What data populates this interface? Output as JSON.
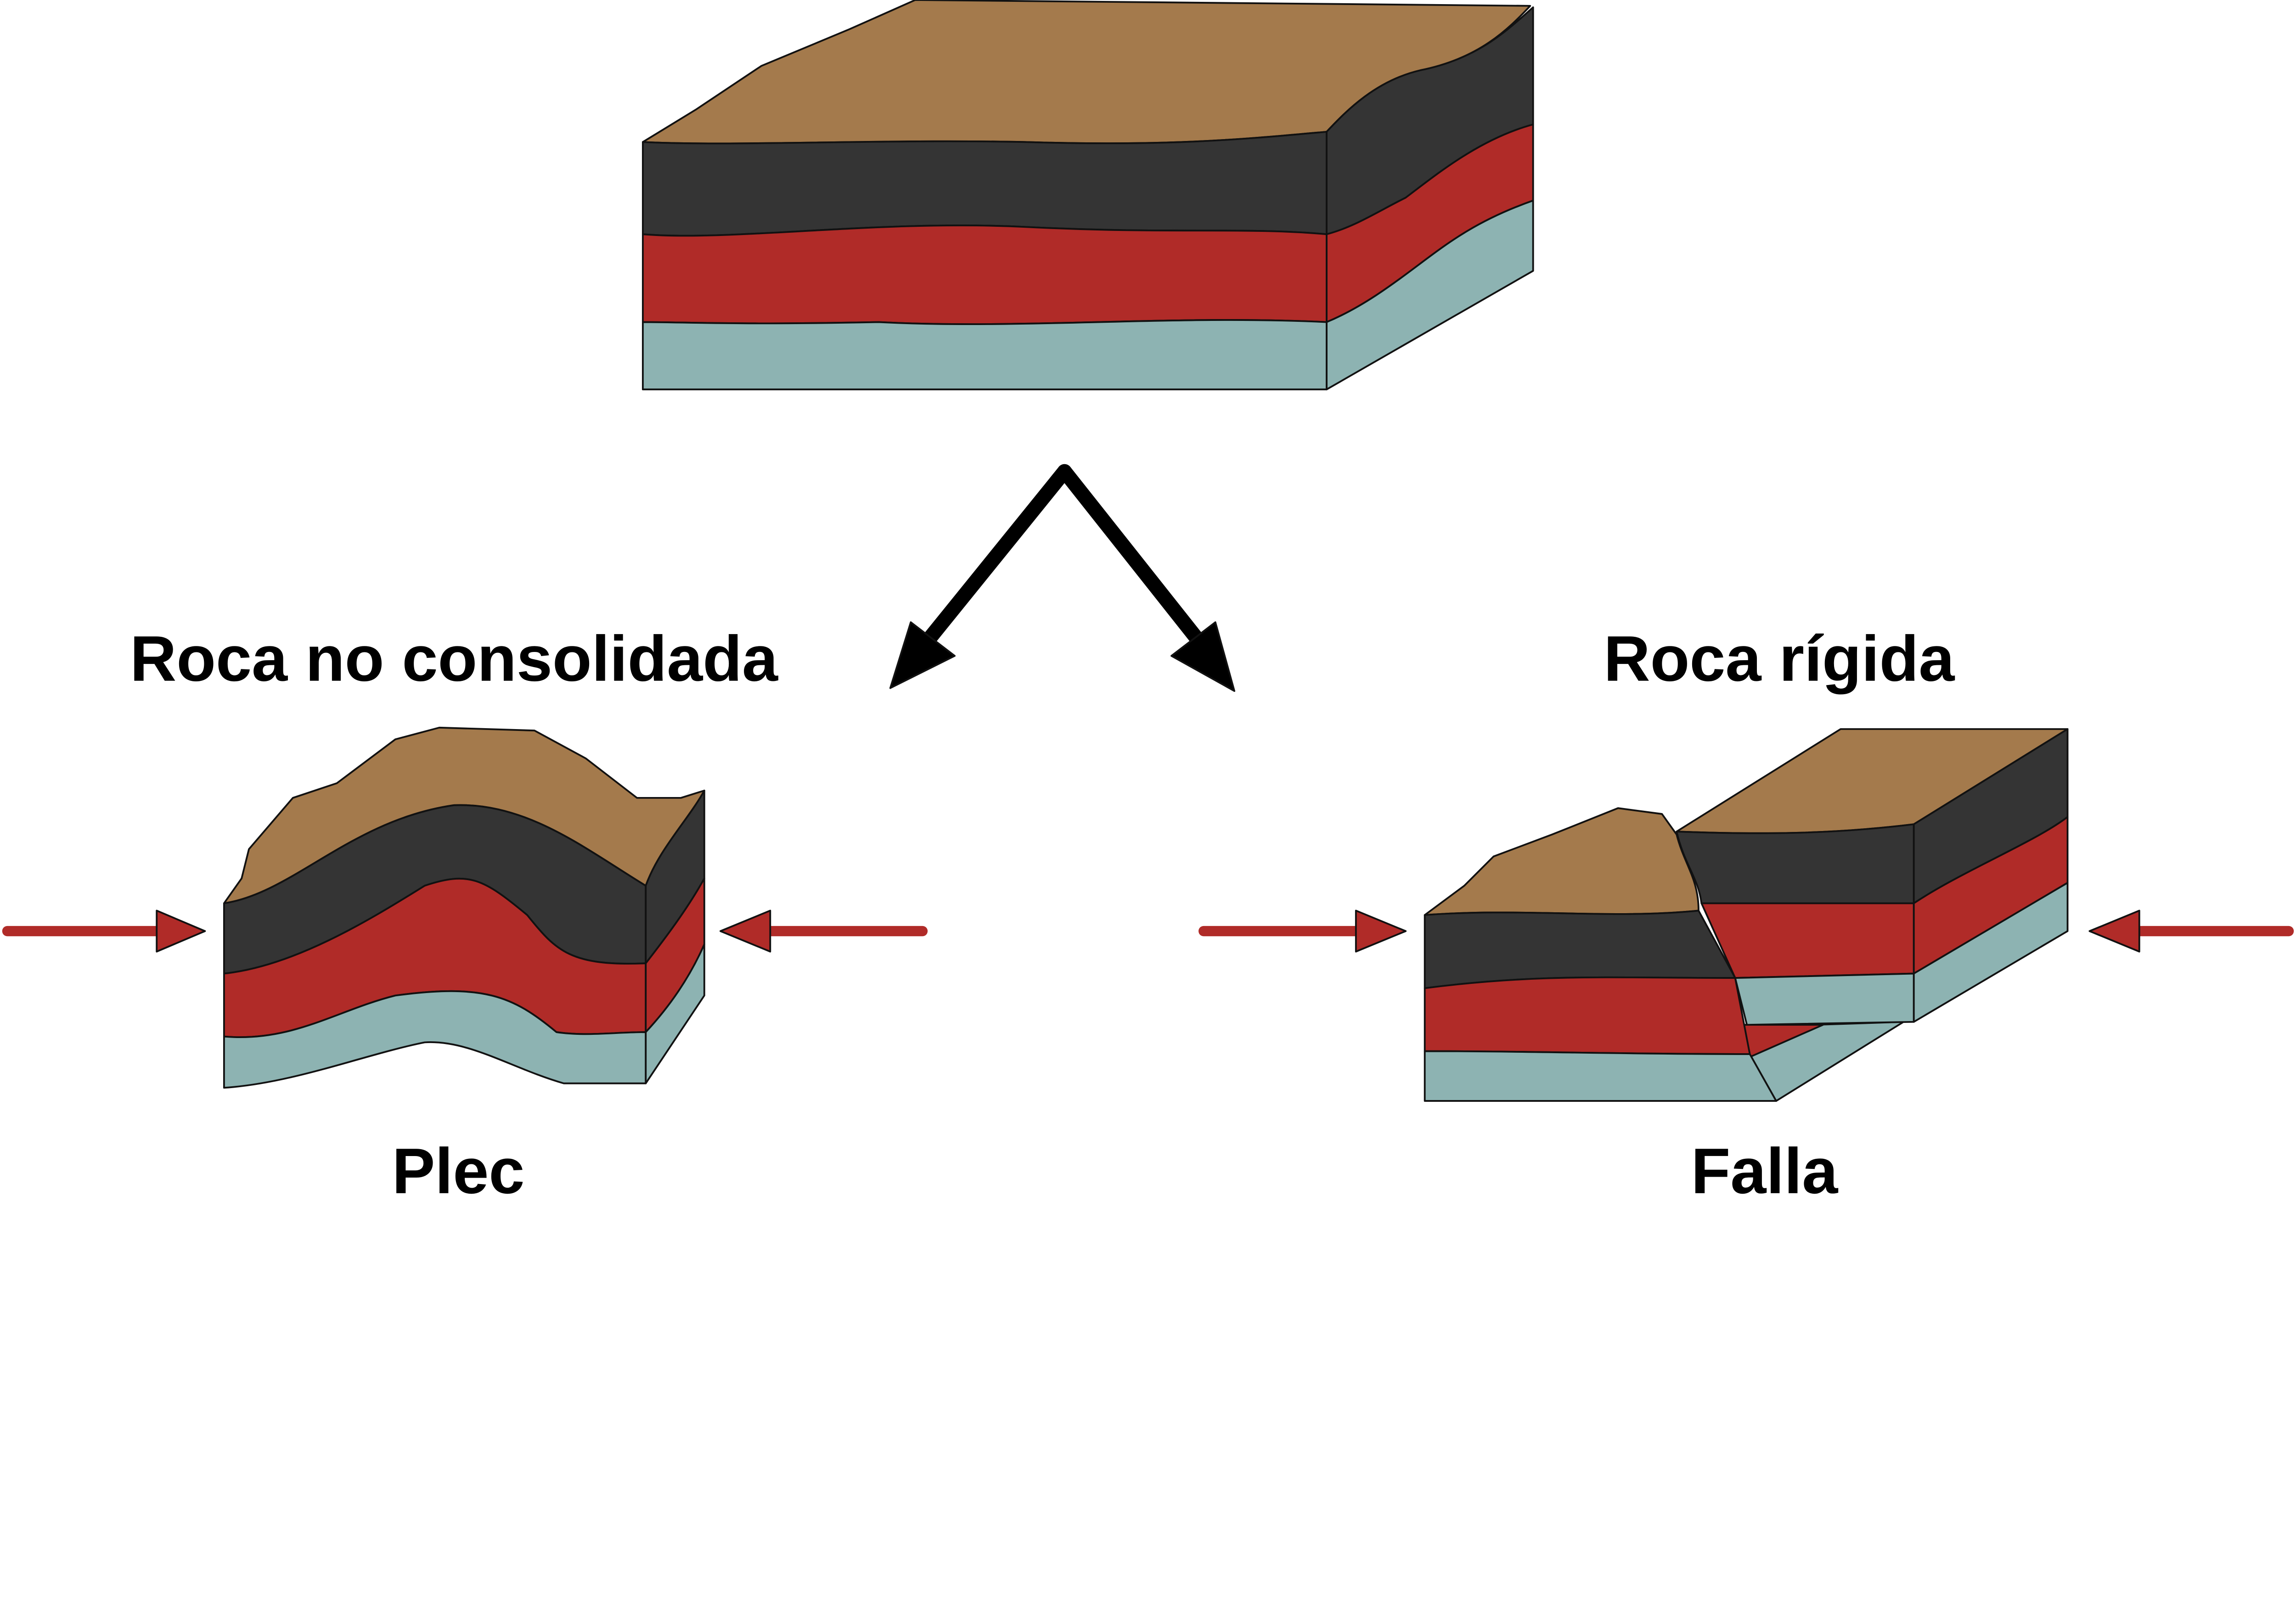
{
  "labels": {
    "unconsolidated": "Roca no consolidada",
    "rigid": "Roca rígida",
    "fold": "Plec",
    "fault": "Falla"
  },
  "colors": {
    "topsoil": "#A47A4C",
    "dark_layer": "#343434",
    "red_layer": "#B02B28",
    "teal_layer": "#8DB3B2",
    "compression_arrows": "#B02B28"
  }
}
